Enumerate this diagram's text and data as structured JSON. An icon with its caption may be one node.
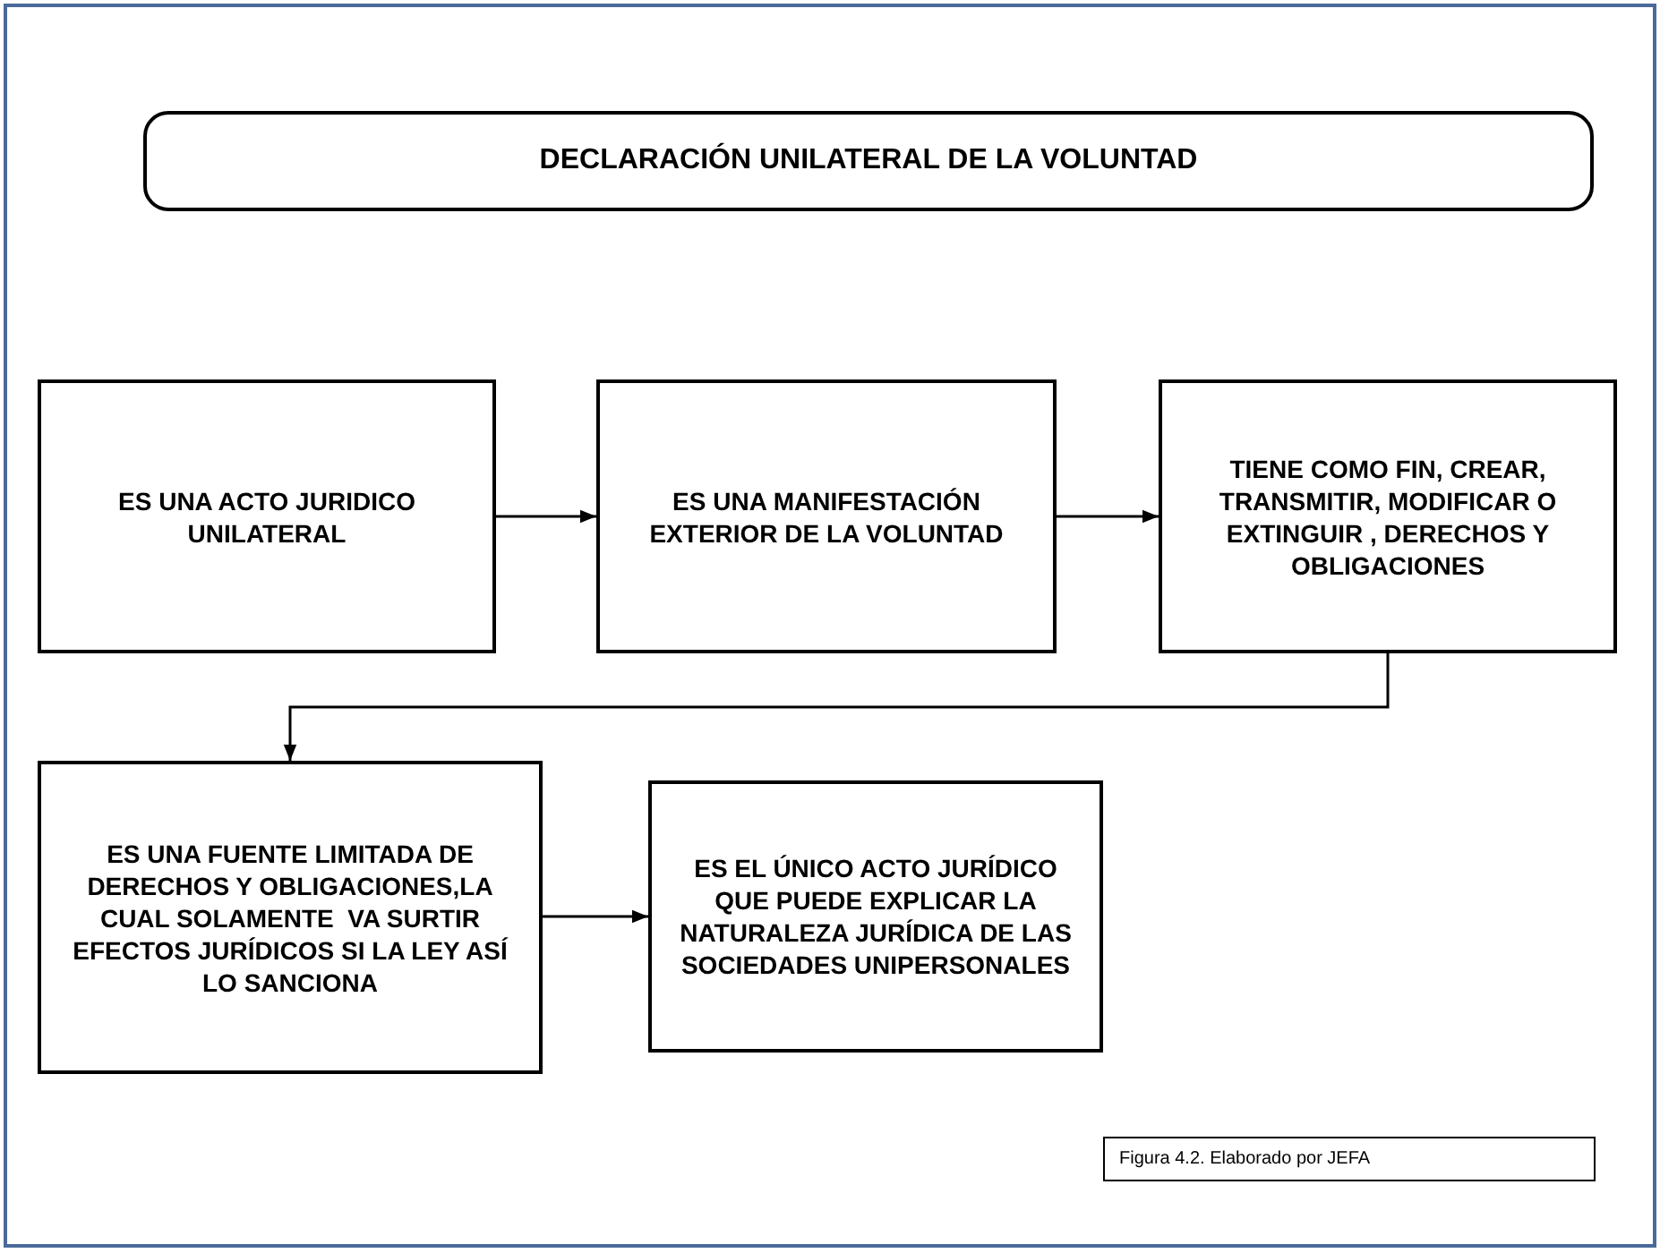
{
  "diagram": {
    "caption": "Figura 4.2. Elaborado por JEFA",
    "nodes": [
      {
        "text": [
          "DECLARACIÓN UNILATERAL DE LA VOLUNTAD"
        ]
      },
      {
        "text": [
          "ES UNA ACTO JURIDICO UNILATERAL"
        ]
      },
      {
        "text": [
          "ES UNA MANIFESTACIÓN EXTERIOR DE LA VOLUNTAD"
        ]
      },
      {
        "text": [
          "TIENE COMO FIN, CREAR, TRANSMITIR, MODIFICAR O EXTINGUIR , DERECHOS Y OBLIGACIONES"
        ]
      },
      {
        "text": [
          "ES UNA FUENTE LIMITADA DE DERECHOS Y OBLIGACIONES,LA CUAL SOLAMENTE  VA SURTIR EFECTOS JURÍDICOS SI LA LEY ASÍ LO SANCIONA"
        ]
      },
      {
        "text": [
          "ES EL ÚNICO ACTO JURÍDICO QUE PUEDE EXPLICAR LA NATURALEZA JURÍDICA DE LAS SOCIEDADES UNIPERSONALES"
        ]
      }
    ],
    "edges": [
      {
        "from": 1,
        "to": 2,
        "arrow": "to"
      },
      {
        "from": 2,
        "to": 3,
        "arrow": "to"
      },
      {
        "from": 3,
        "to": 4,
        "arrow": "to"
      },
      {
        "from": 4,
        "to": 5,
        "arrow": "to"
      }
    ]
  }
}
